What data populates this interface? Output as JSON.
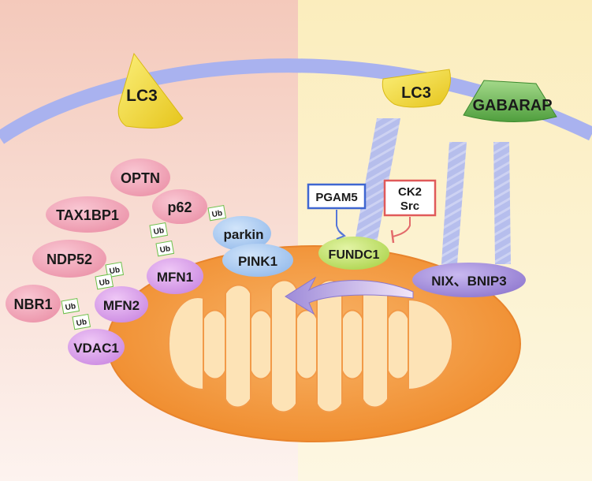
{
  "colors": {
    "left_bg_top": "#f2c6b8",
    "left_bg_bottom": "#fbeee8",
    "right_bg": "#fbf1c8",
    "membrane": "#aab3f0",
    "lc3": "#f3df3a",
    "gabarap": "#7cc46a",
    "pink_receptor": "#f1a0b3",
    "purple_protein": "#d49bea",
    "blue_protein": "#a6c8f0",
    "fundc1": "#c6e56d",
    "nix": "#9b86d6",
    "mito_outer": "#f39a3a",
    "mito_inner": "#fde3b6",
    "pgam5_box": "#3f66d1",
    "ck2_box": "#e05a5a",
    "ub_box": "#6cc04a"
  },
  "labels": {
    "lc3_left": "LC3",
    "lc3_right": "LC3",
    "gabarap": "GABARAP",
    "optn": "OPTN",
    "tax1bp1": "TAX1BP1",
    "p62": "p62",
    "ndp52": "NDP52",
    "nbr1": "NBR1",
    "mfn1": "MFN1",
    "mfn2": "MFN2",
    "vdac1": "VDAC1",
    "parkin": "parkin",
    "pink1": "PINK1",
    "pgam5": "PGAM5",
    "ck2": "CK2",
    "src": "Src",
    "fundc1": "FUNDC1",
    "nix_bnip3": "NIX、BNIP3",
    "ub": "Ub"
  }
}
